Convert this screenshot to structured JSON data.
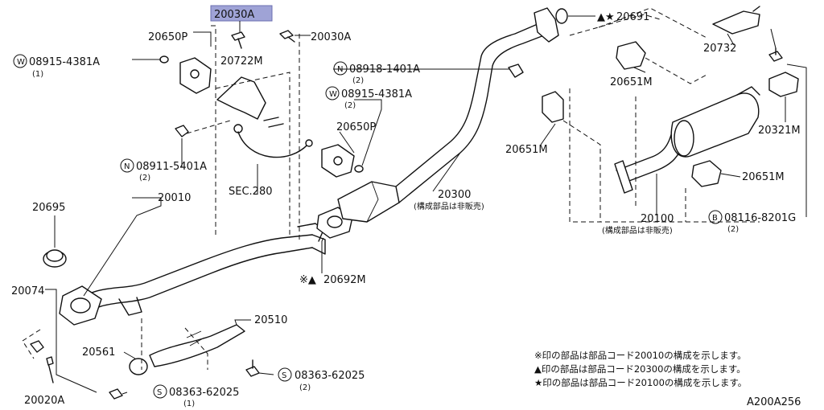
{
  "colors": {
    "highlight": "#9fa3d6",
    "ink": "#111111",
    "background": "#ffffff"
  },
  "labels": {
    "p20030A_top": "20030A",
    "p20650P_top": "20650P",
    "p20030A_mid": "20030A",
    "w08915_left": "08915-4381A",
    "w08915_left_qty": "(1)",
    "p20722M": "20722M",
    "n08918": "08918-1401A",
    "n08918_qty": "(2)",
    "w08915_mid": "08915-4381A",
    "w08915_mid_qty": "(2)",
    "p20650P_mid": "20650P",
    "n08911": "08911-5401A",
    "n08911_qty": "(2)",
    "sec280": "SEC.280",
    "p20695": "20695",
    "p20010": "20010",
    "p20300": "20300",
    "p20300_note": "(構成部品は非販売)",
    "p20692M": "20692M",
    "p20692M_marks": "※▲",
    "p20074": "20074",
    "p20510": "20510",
    "p20561": "20561",
    "p20020A": "20020A",
    "s08363_low": "08363-62025",
    "s08363_low_qty": "(1)",
    "s08363_mid": "08363-62025",
    "s08363_mid_qty": "(2)",
    "p20691": "20691",
    "p20691_marks": "▲★",
    "p20732": "20732",
    "p20651M_top": "20651M",
    "p20651M_mid": "20651M",
    "p20651M_right": "20651M",
    "p20321M": "20321M",
    "p20100": "20100",
    "p20100_note": "(構成部品は非販売)",
    "b08116": "08116-8201G",
    "b08116_qty": "(2)",
    "prefix_W": "W",
    "prefix_N": "N",
    "prefix_S": "S",
    "prefix_B": "B"
  },
  "notes": [
    "※印の部品は部品コード20010の構成を示します。",
    "▲印の部品は部品コード20300の構成を示します。",
    "★印の部品は部品コード20100の構成を示します。"
  ],
  "diagram_code": "A200A256"
}
